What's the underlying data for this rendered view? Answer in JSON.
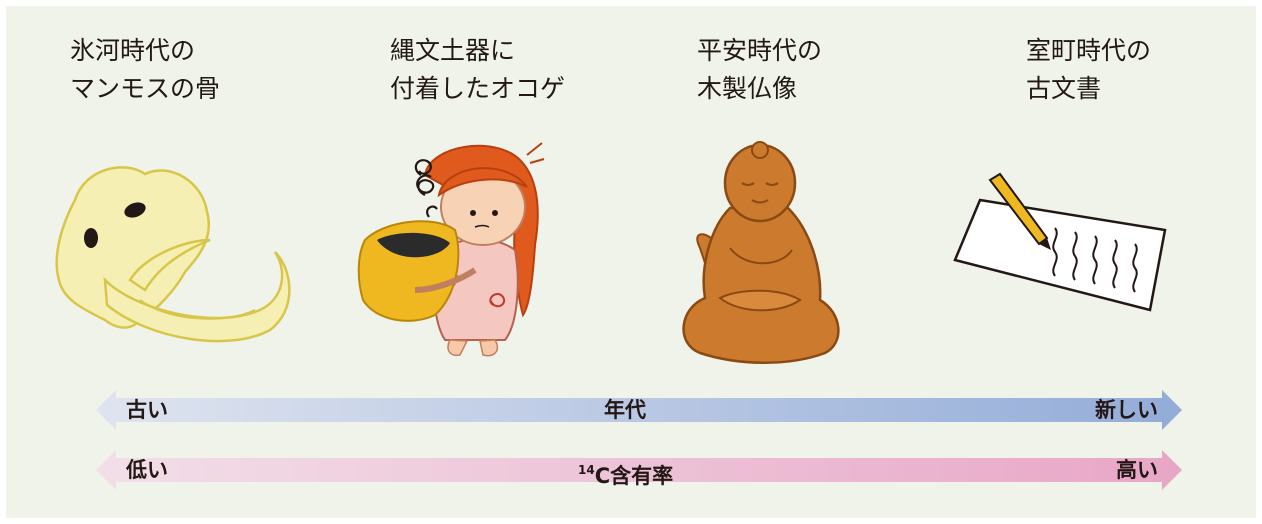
{
  "items": [
    {
      "line1": "氷河時代の",
      "line2": "マンモスの骨",
      "icon": "mammoth-skull-icon"
    },
    {
      "line1": "縄文土器に",
      "line2": "付着したオコゲ",
      "icon": "jomon-child-pot-icon"
    },
    {
      "line1": "平安時代の",
      "line2": "木製仏像",
      "icon": "buddha-statue-icon"
    },
    {
      "line1": "室町時代の",
      "line2": "古文書",
      "icon": "document-pen-icon"
    }
  ],
  "age_arrow": {
    "left": "古い",
    "center": "年代",
    "right": "新しい",
    "color_start": "#dfe4ef",
    "color_end": "#93acd8"
  },
  "c14_arrow": {
    "left": "低い",
    "center_sup": "14",
    "center": "C含有率",
    "right": "高い",
    "color_start": "#f2dfe8",
    "color_end": "#e8a6c6"
  },
  "colors": {
    "background": "#eff3ea",
    "text": "#231815"
  }
}
